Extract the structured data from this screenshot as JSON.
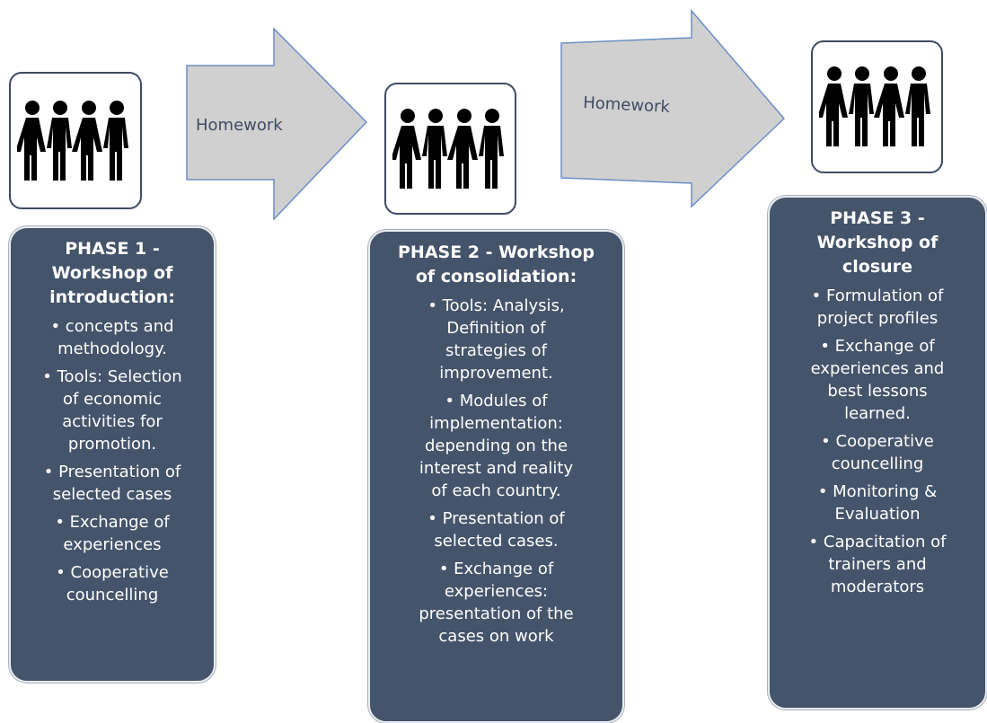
{
  "arrows": [
    {
      "label": "Homework"
    },
    {
      "label": "Homework"
    }
  ],
  "phases": [
    {
      "title": "PHASE 1 -\nWorkshop of\nintroduction:",
      "items": [
        "• concepts and\nmethodology.",
        "• Tools: Selection\nof economic\nactivities for\npromotion.",
        "• Presentation of\nselected cases",
        "• Exchange of\nexperiences",
        "• Cooperative\ncouncelling"
      ]
    },
    {
      "title": "PHASE 2 - Workshop\nof consolidation:",
      "items": [
        "• Tools: Analysis,\nDefinition of\nstrategies of\nimprovement.",
        "• Modules of\nimplementation:\ndepending on the\ninterest and  reality\nof each country.",
        "• Presentation of\nselected cases.",
        "• Exchange of\nexperiences:\npresentation of the\ncases on work"
      ]
    },
    {
      "title": "PHASE 3 -\nWorkshop of\nclosure",
      "items": [
        "• Formulation of\nproject profiles",
        "• Exchange of\nexperiences and\nbest lessons\nlearned.",
        "• Cooperative\ncouncelling",
        "• Monitoring &\nEvaluation",
        "• Capacitation of\ntrainers and\nmoderators"
      ]
    }
  ],
  "icons": [
    "people-group-icon",
    "people-group-icon",
    "people-group-icon"
  ],
  "colors": {
    "box_fill": "#44546a",
    "box_text": "#ffffff",
    "arrow_fill": "#d0d0d0",
    "arrow_stroke": "#6b8fc7",
    "icon_border": "#3f4b63"
  }
}
